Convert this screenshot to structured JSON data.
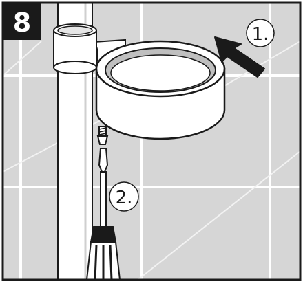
{
  "step": {
    "number": "8",
    "badge_color": "#1a1a1a",
    "badge_text_color": "#ffffff"
  },
  "callouts": [
    {
      "label": "1."
    },
    {
      "label": "2."
    }
  ],
  "palette": {
    "background": "#d6d6d6",
    "tile_grout": "#ffffff",
    "part_fill": "#ffffff",
    "outline": "#1a1a1a",
    "inner_ring": "#bfbfbf",
    "arrow": "#1a1a1a"
  },
  "icons": [
    "step-badge",
    "push-arrow-icon",
    "screw-icon",
    "screwdriver-icon"
  ]
}
